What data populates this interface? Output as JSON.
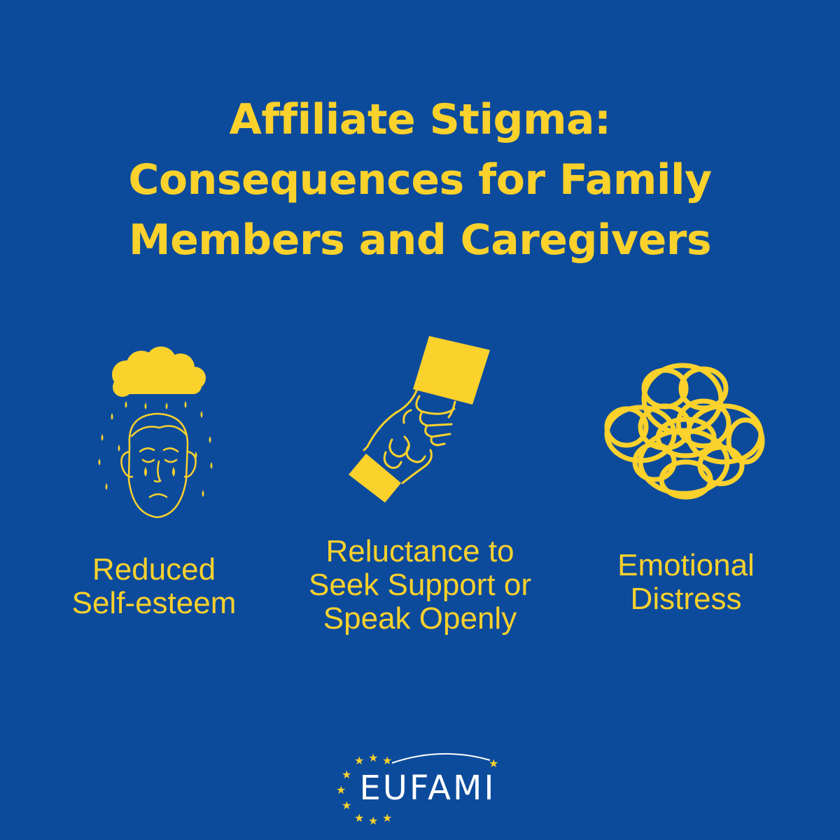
{
  "title": {
    "line1": "Affiliate Stigma:",
    "line2": "Consequences for Family",
    "line3": "Members and Caregivers"
  },
  "items": [
    {
      "icon": "sad-face-rain-cloud-icon",
      "line1": "Reduced",
      "line2": "Self-esteem"
    },
    {
      "icon": "handshake-icon",
      "line1": "Reluctance to",
      "line2": "Seek Support or",
      "line3": "Speak Openly"
    },
    {
      "icon": "tangled-scribble-icon",
      "line1": "Emotional",
      "line2": "Distress"
    }
  ],
  "logo": {
    "text": "EUFAMI"
  },
  "colors": {
    "background": "#0c4b9c",
    "accent": "#fbd12c",
    "logo": "#ffffff"
  }
}
